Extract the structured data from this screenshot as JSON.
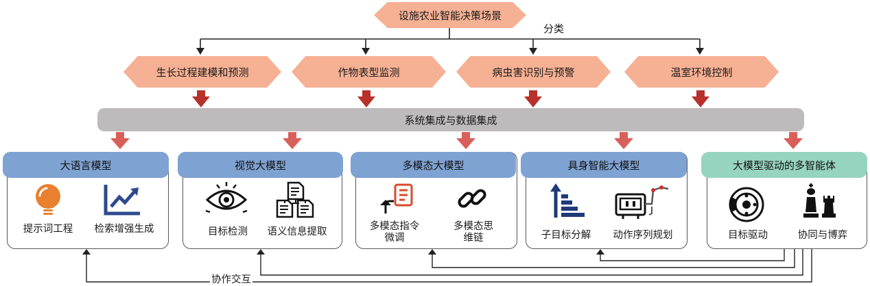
{
  "top": {
    "title": "设施农业智能决策场景",
    "classify_label": "分类"
  },
  "scenarios": [
    "生长过程建模和预测",
    "作物表型监测",
    "病虫害识别与预警",
    "温室环境控制"
  ],
  "integration": "系统集成与数据集成",
  "panels": [
    {
      "title": "大语言模型",
      "items": [
        "提示词工程",
        "检索增强生成"
      ]
    },
    {
      "title": "视觉大模型",
      "items": [
        "目标检测",
        "语义信息提取"
      ]
    },
    {
      "title": "多模态大模型",
      "items": [
        "多模态指令\n微调",
        "多模态思\n维链"
      ]
    },
    {
      "title": "具身智能大模型",
      "items": [
        "子目标分解",
        "动作序列规划"
      ]
    },
    {
      "title": "大模型驱动的多智能体",
      "items": [
        "目标驱动",
        "协同与博弈"
      ]
    }
  ],
  "collab_label": "协作交互",
  "colors": {
    "hex": "#f6b093",
    "arrow_dark": "#b8312a",
    "arrow_light": "#d9605a",
    "panel_blue": "#7ea2d2",
    "panel_teal": "#97d4c0",
    "bar": "#bdbbbb"
  }
}
